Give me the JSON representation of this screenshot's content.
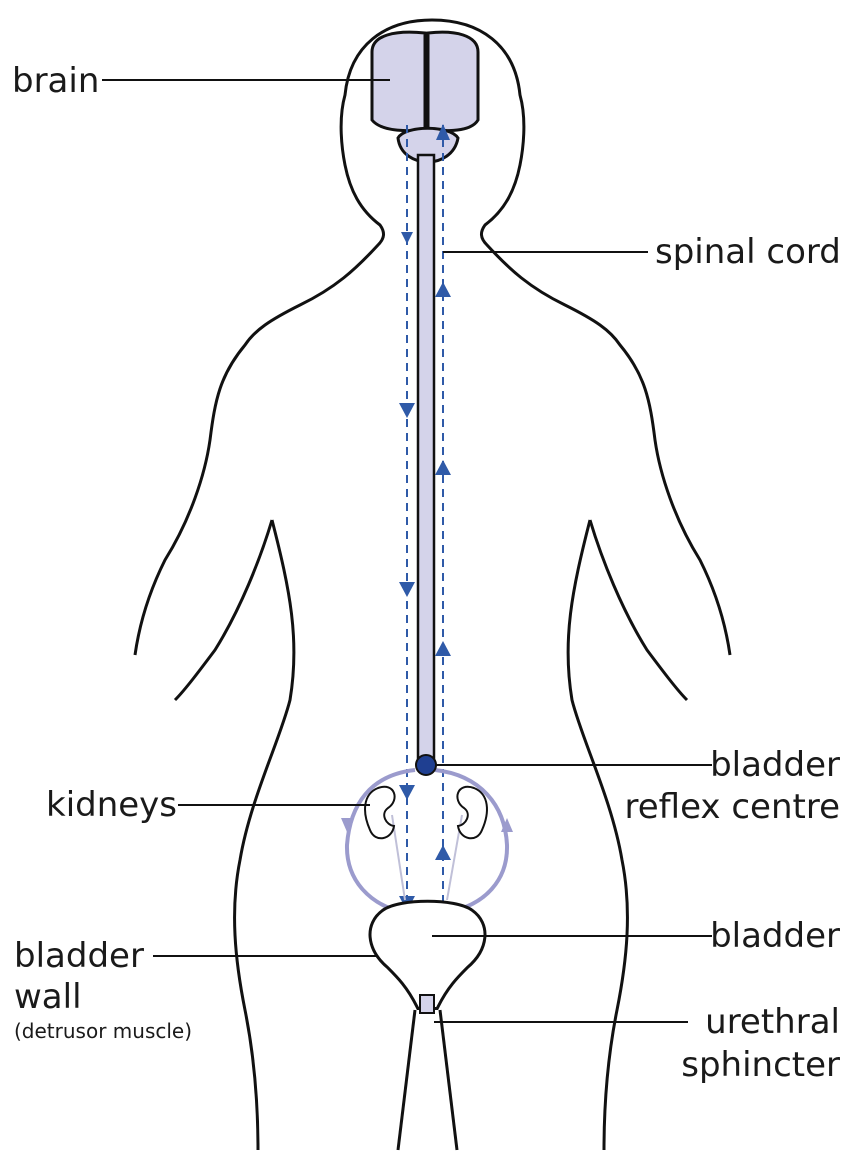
{
  "labels": {
    "brain": "brain",
    "spinal_cord": "spinal cord",
    "bladder_reflex_centre_line1": "bladder",
    "bladder_reflex_centre_line2": "reflex centre",
    "kidneys": "kidneys",
    "bladder": "bladder",
    "bladder_wall_line1": "bladder",
    "bladder_wall_line2": "wall",
    "bladder_wall_note": "(detrusor muscle)",
    "urethral_sphincter_line1": "urethral",
    "urethral_sphincter_line2": "sphincter"
  },
  "colors": {
    "outline": "#111111",
    "organ_fill": "#d4d3ea",
    "nerve_arrow": "#2f5aa8",
    "reflex_centre": "#1f3f91",
    "reflex_loop": "#9b9bcd"
  }
}
